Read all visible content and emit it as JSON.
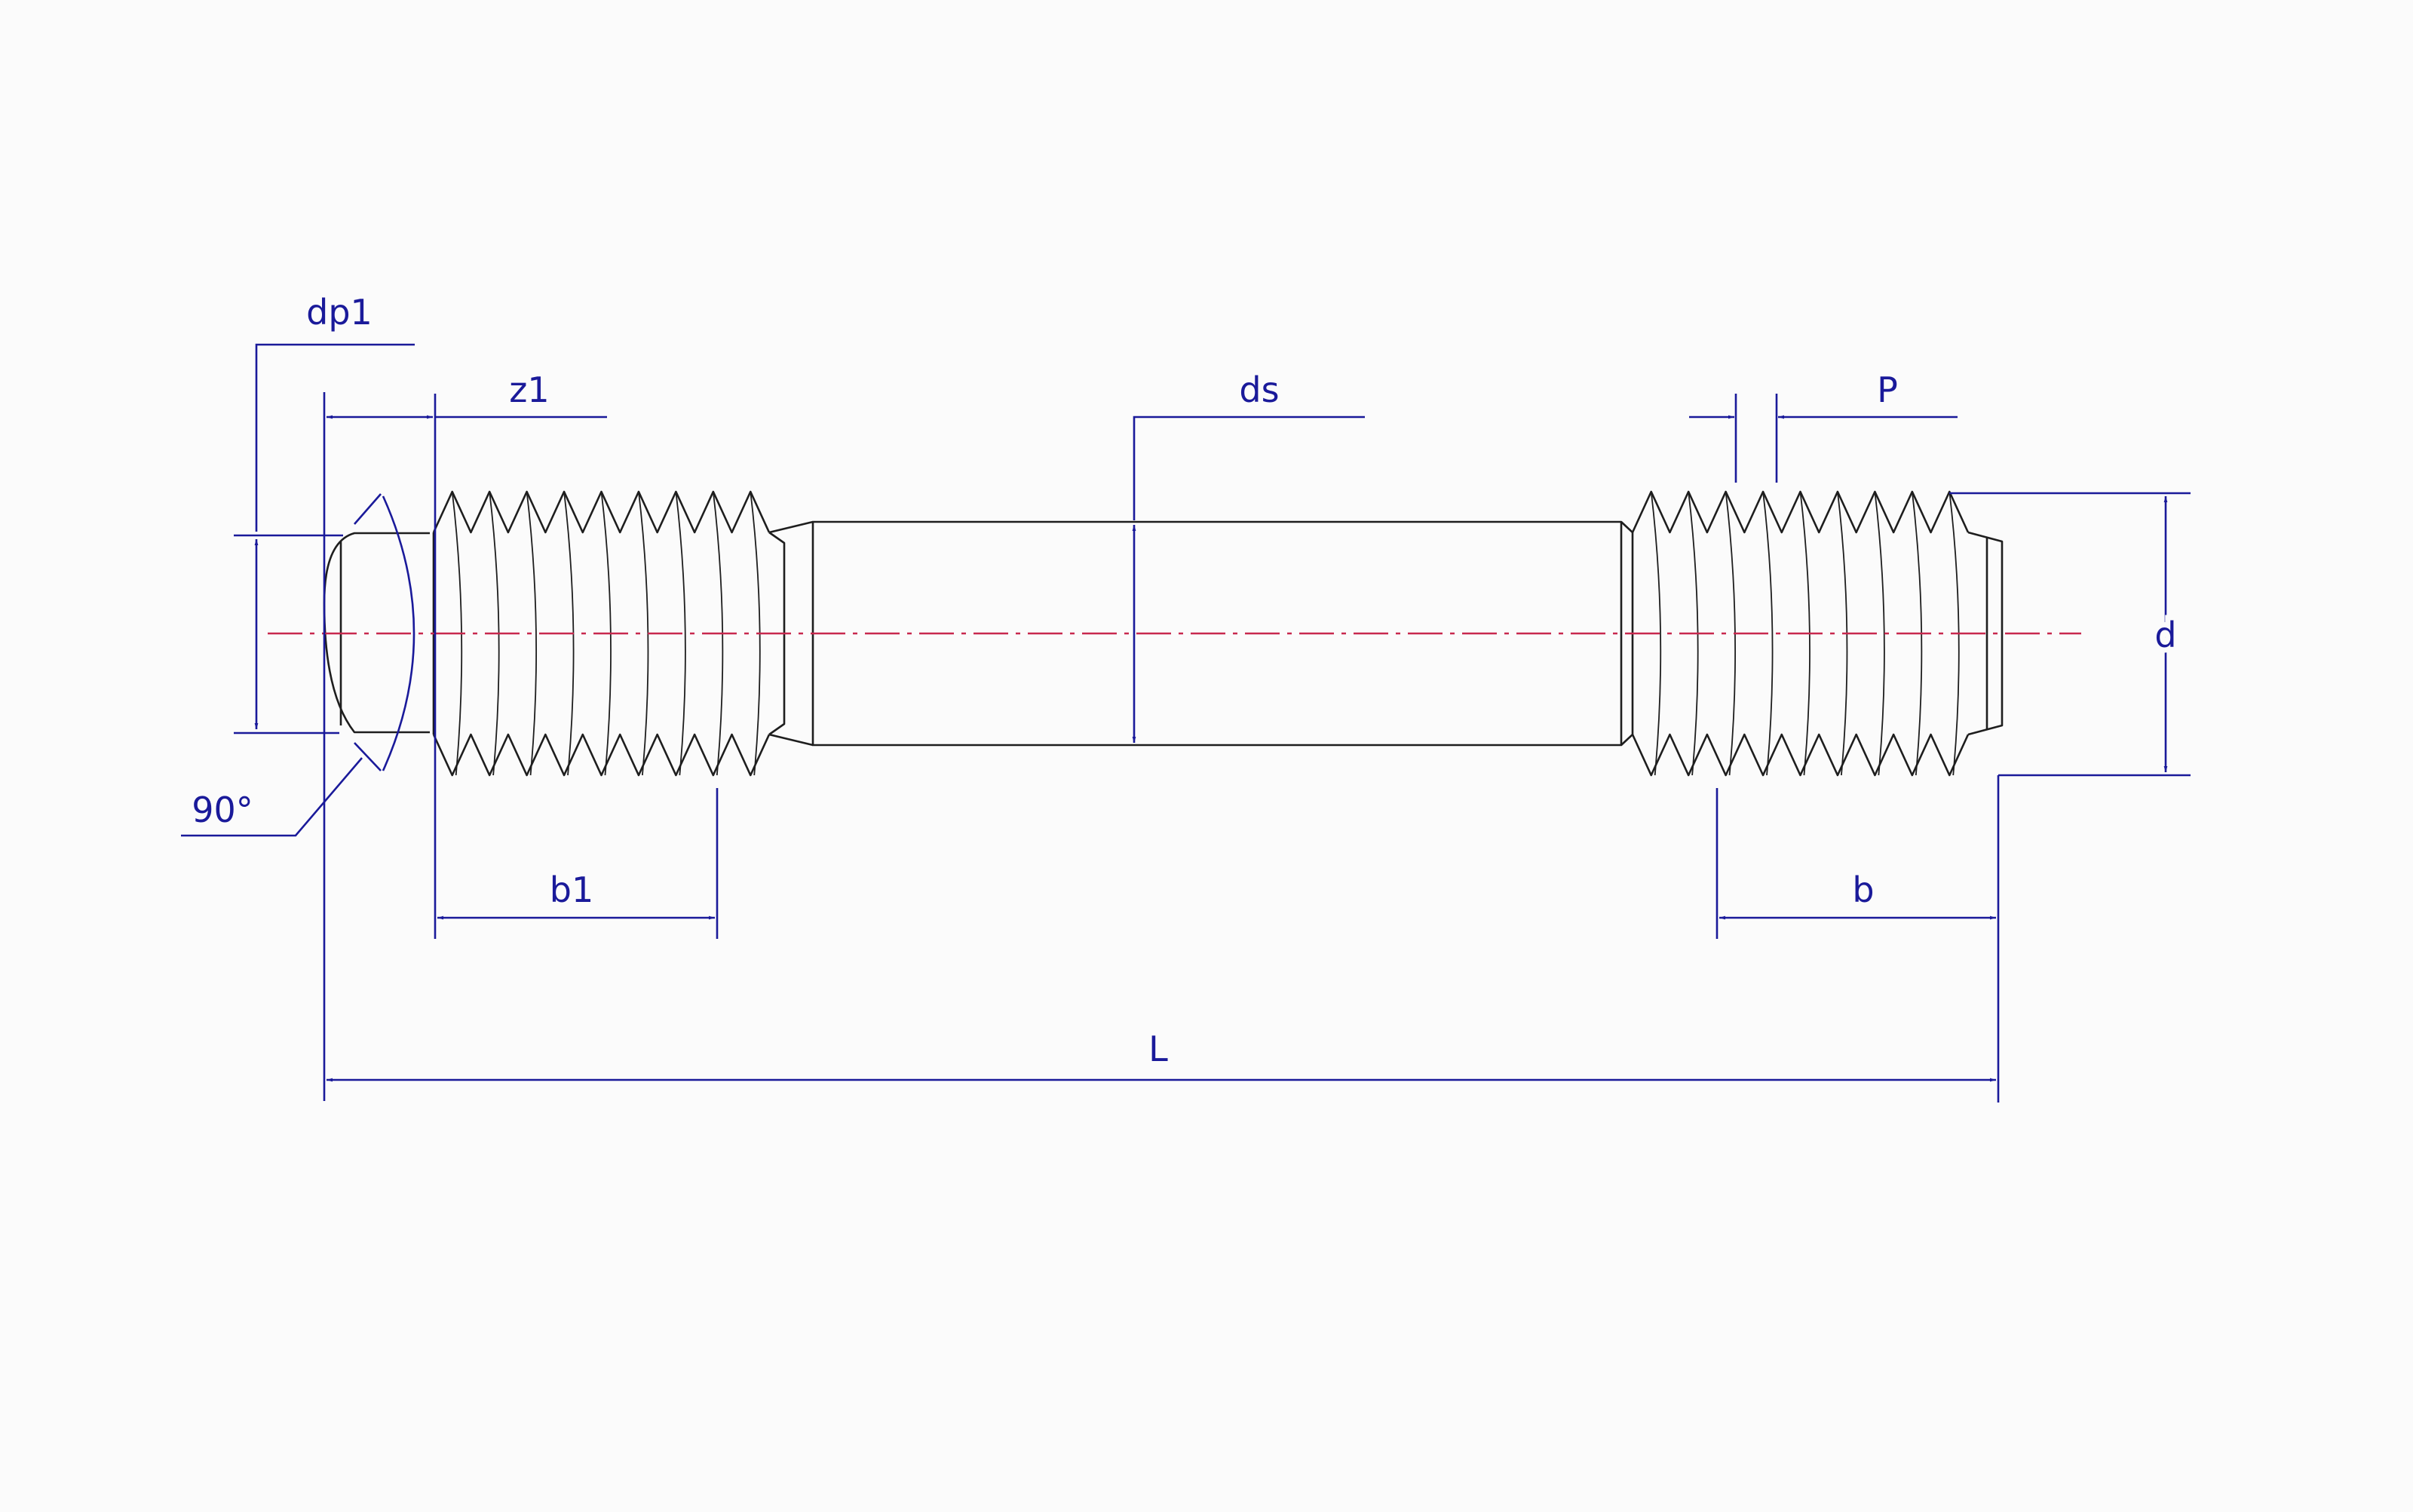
{
  "colors": {
    "background": "#fbfbfb",
    "part_outline": "#1e1e1e",
    "dimension": "#1a1a9a",
    "centerline": "#c8284e"
  },
  "labels": {
    "dp1": "dp1",
    "z1": "z1",
    "ds": "ds",
    "p": "P",
    "d": "d",
    "angle": "90°",
    "b1": "b1",
    "b": "b",
    "l": "L"
  }
}
